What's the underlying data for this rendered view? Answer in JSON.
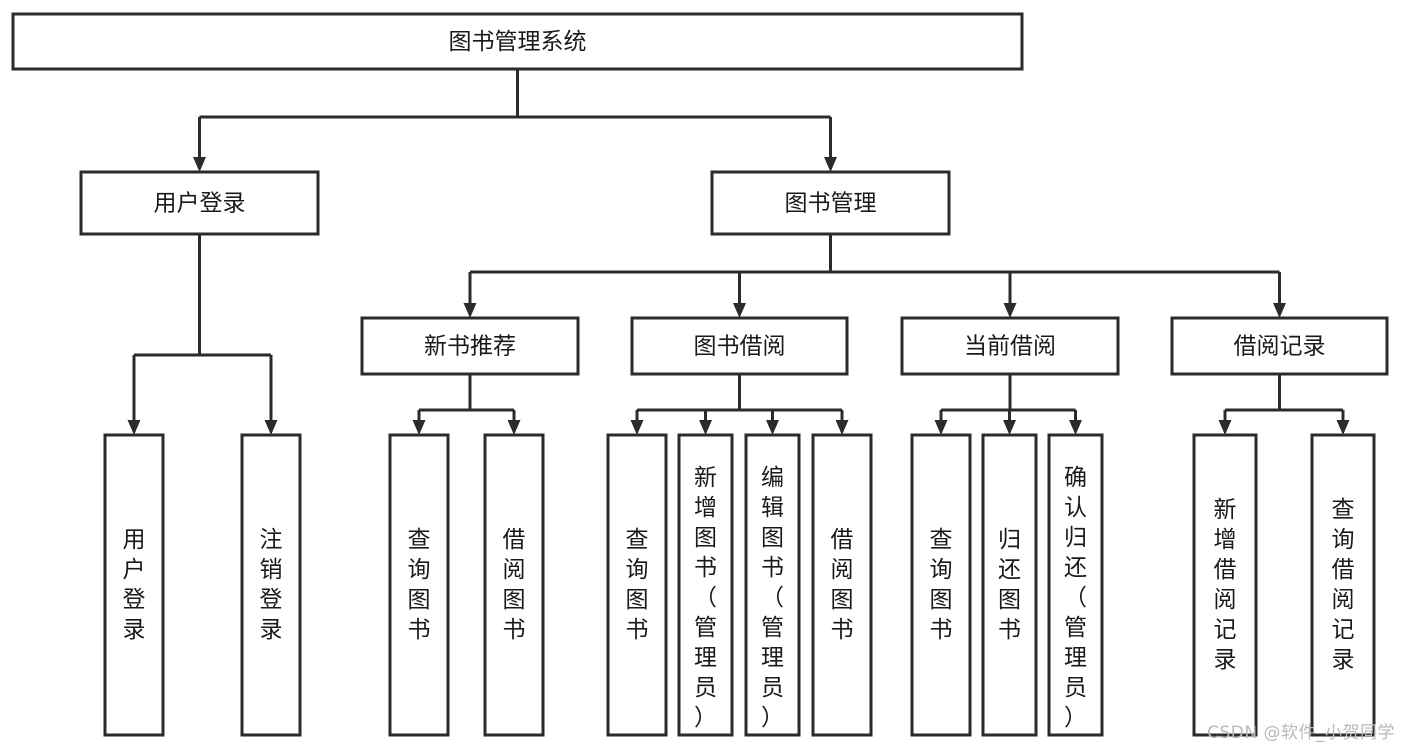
{
  "diagram": {
    "title": "图书管理系统",
    "type": "tree",
    "orientation": "top-down",
    "background_color": "#ffffff",
    "line_color": "#2b2b2b",
    "text_color": "#1a1a1a",
    "nodes": {
      "root": {
        "label": "图书管理系统",
        "level": 0,
        "text_orientation": "horizontal"
      },
      "user_login": {
        "label": "用户登录",
        "level": 1,
        "text_orientation": "horizontal"
      },
      "book_manage": {
        "label": "图书管理",
        "level": 1,
        "text_orientation": "horizontal"
      },
      "new_book_rec": {
        "label": "新书推荐",
        "level": 2,
        "text_orientation": "horizontal"
      },
      "book_borrow": {
        "label": "图书借阅",
        "level": 2,
        "text_orientation": "horizontal"
      },
      "current_borrow": {
        "label": "当前借阅",
        "level": 2,
        "text_orientation": "horizontal"
      },
      "borrow_record": {
        "label": "借阅记录",
        "level": 2,
        "text_orientation": "horizontal"
      },
      "leaf_user_login": {
        "label": "用户登录",
        "level": 2,
        "text_orientation": "vertical"
      },
      "leaf_logout": {
        "label": "注销登录",
        "level": 2,
        "text_orientation": "vertical"
      },
      "leaf_rec_query": {
        "label": "查询图书",
        "level": 3,
        "text_orientation": "vertical"
      },
      "leaf_rec_borrow": {
        "label": "借阅图书",
        "level": 3,
        "text_orientation": "vertical"
      },
      "leaf_borrow_query": {
        "label": "查询图书",
        "level": 3,
        "text_orientation": "vertical"
      },
      "leaf_borrow_add": {
        "label": "新增图书（管理员）",
        "level": 3,
        "text_orientation": "vertical"
      },
      "leaf_borrow_edit": {
        "label": "编辑图书（管理员）",
        "level": 3,
        "text_orientation": "vertical"
      },
      "leaf_borrow_lend": {
        "label": "借阅图书",
        "level": 3,
        "text_orientation": "vertical"
      },
      "leaf_cur_query": {
        "label": "查询图书",
        "level": 3,
        "text_orientation": "vertical"
      },
      "leaf_cur_return": {
        "label": "归还图书",
        "level": 3,
        "text_orientation": "vertical"
      },
      "leaf_cur_confirm": {
        "label": "确认归还（管理员）",
        "level": 3,
        "text_orientation": "vertical"
      },
      "leaf_rec_add": {
        "label": "新增借阅记录",
        "level": 3,
        "text_orientation": "vertical"
      },
      "leaf_rec_query2": {
        "label": "查询借阅记录",
        "level": 3,
        "text_orientation": "vertical"
      }
    },
    "edges": [
      {
        "from": "root",
        "to": "user_login"
      },
      {
        "from": "root",
        "to": "book_manage"
      },
      {
        "from": "user_login",
        "to": "leaf_user_login"
      },
      {
        "from": "user_login",
        "to": "leaf_logout"
      },
      {
        "from": "book_manage",
        "to": "new_book_rec"
      },
      {
        "from": "book_manage",
        "to": "book_borrow"
      },
      {
        "from": "book_manage",
        "to": "current_borrow"
      },
      {
        "from": "book_manage",
        "to": "borrow_record"
      },
      {
        "from": "new_book_rec",
        "to": "leaf_rec_query"
      },
      {
        "from": "new_book_rec",
        "to": "leaf_rec_borrow"
      },
      {
        "from": "book_borrow",
        "to": "leaf_borrow_query"
      },
      {
        "from": "book_borrow",
        "to": "leaf_borrow_add"
      },
      {
        "from": "book_borrow",
        "to": "leaf_borrow_edit"
      },
      {
        "from": "book_borrow",
        "to": "leaf_borrow_lend"
      },
      {
        "from": "current_borrow",
        "to": "leaf_cur_query"
      },
      {
        "from": "current_borrow",
        "to": "leaf_cur_return"
      },
      {
        "from": "current_borrow",
        "to": "leaf_cur_confirm"
      },
      {
        "from": "borrow_record",
        "to": "leaf_rec_add"
      },
      {
        "from": "borrow_record",
        "to": "leaf_rec_query2"
      }
    ]
  },
  "watermark": {
    "text": "CSDN @软件_小贺同学"
  }
}
